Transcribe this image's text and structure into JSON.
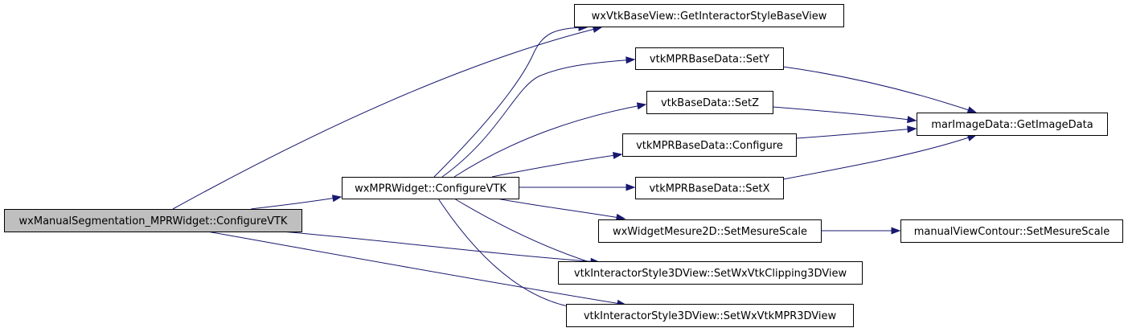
{
  "graph": {
    "colors": {
      "edge": "#191970",
      "node_fill": "#ffffff",
      "root_fill": "#bfbfbf",
      "node_border": "#000000"
    },
    "nodes": [
      {
        "id": "root",
        "name": "caller-node-manual-segmentation",
        "label": "wxManualSegmentation_MPRWidget::ConfigureVTK",
        "highlight": true
      },
      {
        "id": "mpr",
        "name": "callee-node-mpr-configure-vtk",
        "label": "wxMPRWidget::ConfigureVTK"
      },
      {
        "id": "gib",
        "name": "callee-node-get-interactor-style",
        "label": "wxVtkBaseView::GetInteractorStyleBaseView"
      },
      {
        "id": "sety",
        "name": "callee-node-set-y",
        "label": "vtkMPRBaseData::SetY"
      },
      {
        "id": "setz",
        "name": "callee-node-set-z",
        "label": "vtkBaseData::SetZ"
      },
      {
        "id": "conf",
        "name": "callee-node-configure",
        "label": "vtkMPRBaseData::Configure"
      },
      {
        "id": "setx",
        "name": "callee-node-set-x",
        "label": "vtkMPRBaseData::SetX"
      },
      {
        "id": "mes",
        "name": "callee-node-set-mesure-scale",
        "label": "wxWidgetMesure2D::SetMesureScale"
      },
      {
        "id": "clip",
        "name": "callee-node-set-clipping-3d-view",
        "label": "vtkInteractorStyle3DView::SetWxVtkClipping3DView"
      },
      {
        "id": "mpr3d",
        "name": "callee-node-set-mpr-3d-view",
        "label": "vtkInteractorStyle3DView::SetWxVtkMPR3DView"
      },
      {
        "id": "img",
        "name": "callee-node-get-image-data",
        "label": "marImageData::GetImageData"
      },
      {
        "id": "mvc",
        "name": "callee-node-contour-mesure-scale",
        "label": "manualViewContour::SetMesureScale"
      }
    ],
    "edges": [
      {
        "from": "root",
        "to": "gib"
      },
      {
        "from": "root",
        "to": "mpr"
      },
      {
        "from": "root",
        "to": "clip"
      },
      {
        "from": "root",
        "to": "mpr3d"
      },
      {
        "from": "mpr",
        "to": "gib"
      },
      {
        "from": "mpr",
        "to": "sety"
      },
      {
        "from": "mpr",
        "to": "setz"
      },
      {
        "from": "mpr",
        "to": "conf"
      },
      {
        "from": "mpr",
        "to": "setx"
      },
      {
        "from": "mpr",
        "to": "mes"
      },
      {
        "from": "mpr",
        "to": "clip"
      },
      {
        "from": "mpr",
        "to": "mpr3d"
      },
      {
        "from": "sety",
        "to": "img"
      },
      {
        "from": "setz",
        "to": "img"
      },
      {
        "from": "conf",
        "to": "img"
      },
      {
        "from": "setx",
        "to": "img"
      },
      {
        "from": "mes",
        "to": "mvc"
      }
    ]
  }
}
